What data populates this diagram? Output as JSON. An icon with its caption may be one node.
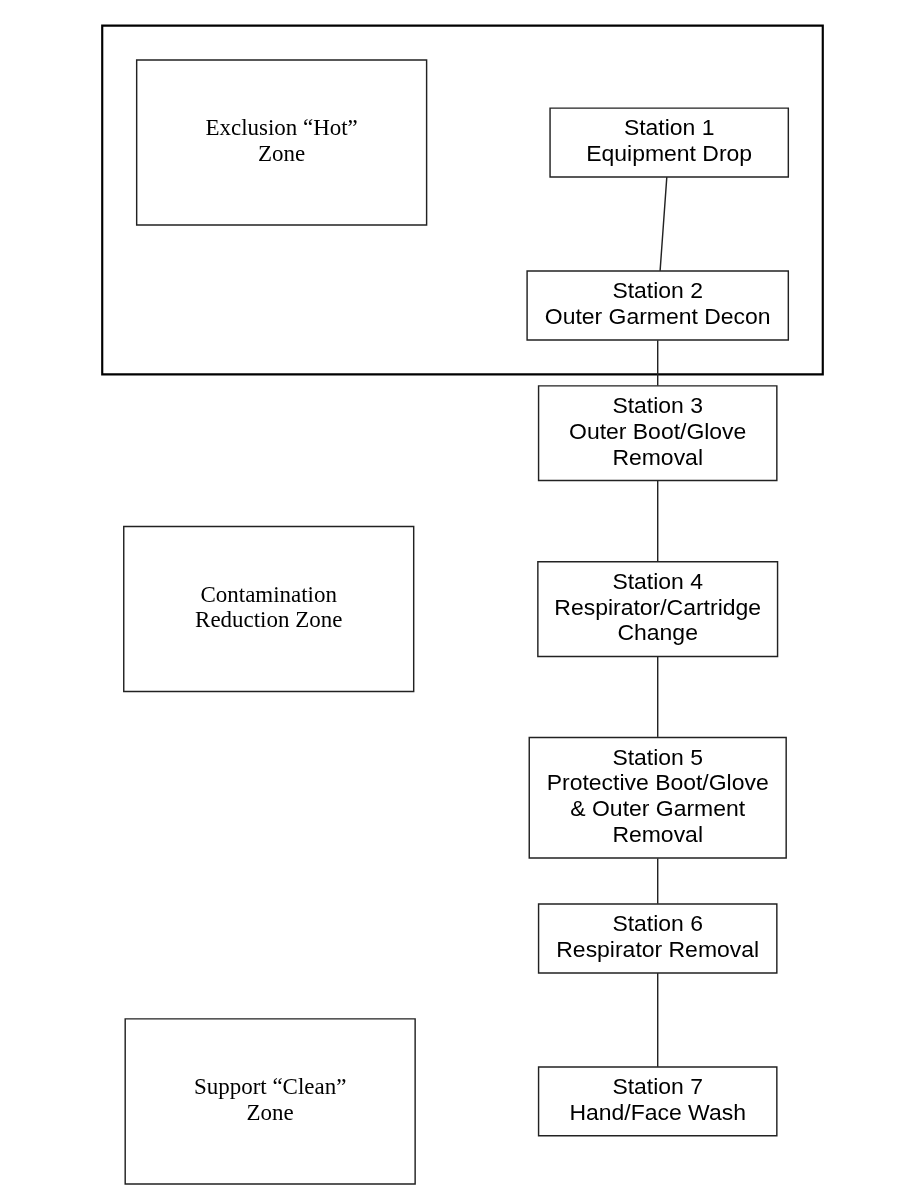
{
  "diagram": {
    "nodes": [
      {
        "text": [],
        "shape": "box"
      },
      {
        "text": [
          "Exclusion “Hot” Zone"
        ],
        "in": 0
      },
      {
        "text": [
          "Station 1",
          "Equipment Drop"
        ],
        "in": 0
      },
      {
        "text": [
          "Station 2",
          "Outer Garment Decon"
        ],
        "in": 0
      },
      {
        "text": [
          "Station 3",
          "Outer Boot/Glove Removal"
        ]
      },
      {
        "text": [
          "Contamination Reduction Zone"
        ]
      },
      {
        "text": [
          "Station 4",
          "Respirator/Cartridge Change"
        ]
      },
      {
        "text": [
          "Station 5",
          "Protective Boot/Glove & Outer Garment Removal"
        ]
      },
      {
        "text": [
          "Station 6",
          "Respirator Removal"
        ]
      },
      {
        "text": [
          "Station 7",
          "Hand/Face Wash"
        ]
      },
      {
        "text": [
          "Support “Clean” Zone"
        ]
      }
    ],
    "edges": [
      {
        "from": 2,
        "to": 3,
        "arrow": "none"
      },
      {
        "from": 3,
        "to": 4,
        "arrow": "none"
      },
      {
        "from": 4,
        "to": 6,
        "arrow": "none"
      },
      {
        "from": 6,
        "to": 7,
        "arrow": "none"
      },
      {
        "from": 7,
        "to": 8,
        "arrow": "none"
      },
      {
        "from": 8,
        "to": 9,
        "arrow": "none"
      }
    ]
  }
}
